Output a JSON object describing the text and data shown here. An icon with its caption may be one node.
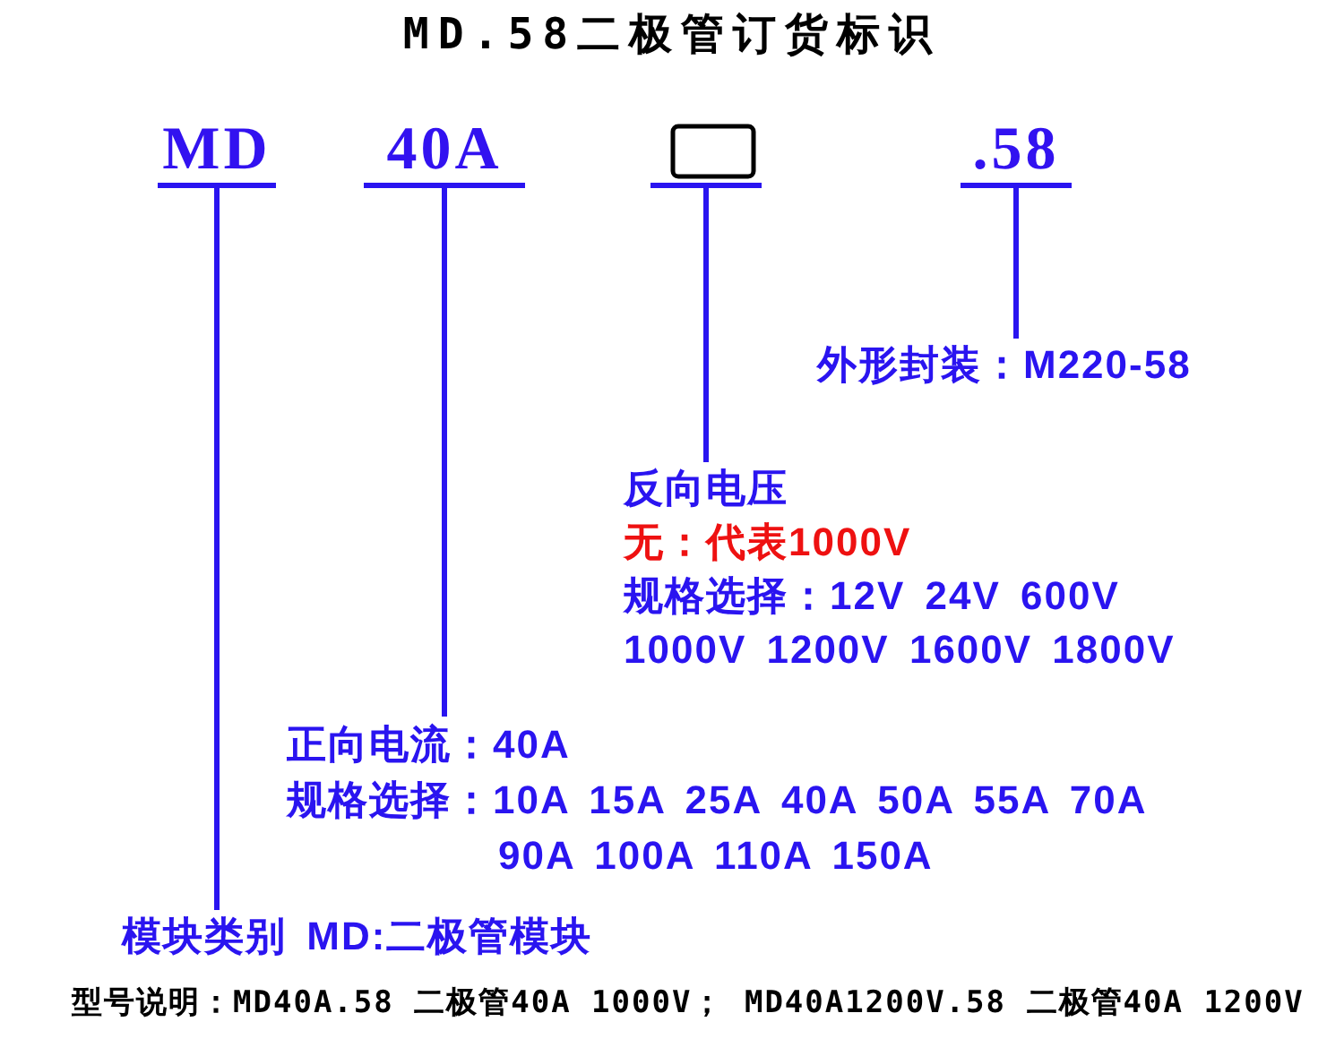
{
  "diagram": {
    "title": "MD.58二极管订货标识",
    "nodes": [
      {
        "text": [
          "MD"
        ]
      },
      {
        "text": [
          "40A"
        ]
      },
      {
        "text": [],
        "shape": "box"
      },
      {
        "text": [
          ".58"
        ]
      },
      {
        "text": [
          "外形封装：M220-58"
        ]
      },
      {
        "text": [
          "反向电压",
          "无：代表1000V",
          "规格选择：12V 24V 600V 1000V 1200V 1600V 1800V"
        ]
      },
      {
        "text": [
          "正向电流：40A",
          "规格选择：10A 15A 25A 40A 50A 55A 70A 90A 100A 110A 150A"
        ]
      },
      {
        "text": [
          "模块类别 MD:二极管模块"
        ]
      }
    ],
    "edges": [
      {
        "from": 0,
        "to": 7,
        "arrow": "none"
      },
      {
        "from": 1,
        "to": 6,
        "arrow": "none"
      },
      {
        "from": 2,
        "to": 5,
        "arrow": "none"
      },
      {
        "from": 3,
        "to": 4,
        "arrow": "none"
      }
    ],
    "labels": [
      "型号说明：MD40A.58 二极管40A 1000V； MD40A1200V.58 二极管40A 1200V"
    ]
  }
}
